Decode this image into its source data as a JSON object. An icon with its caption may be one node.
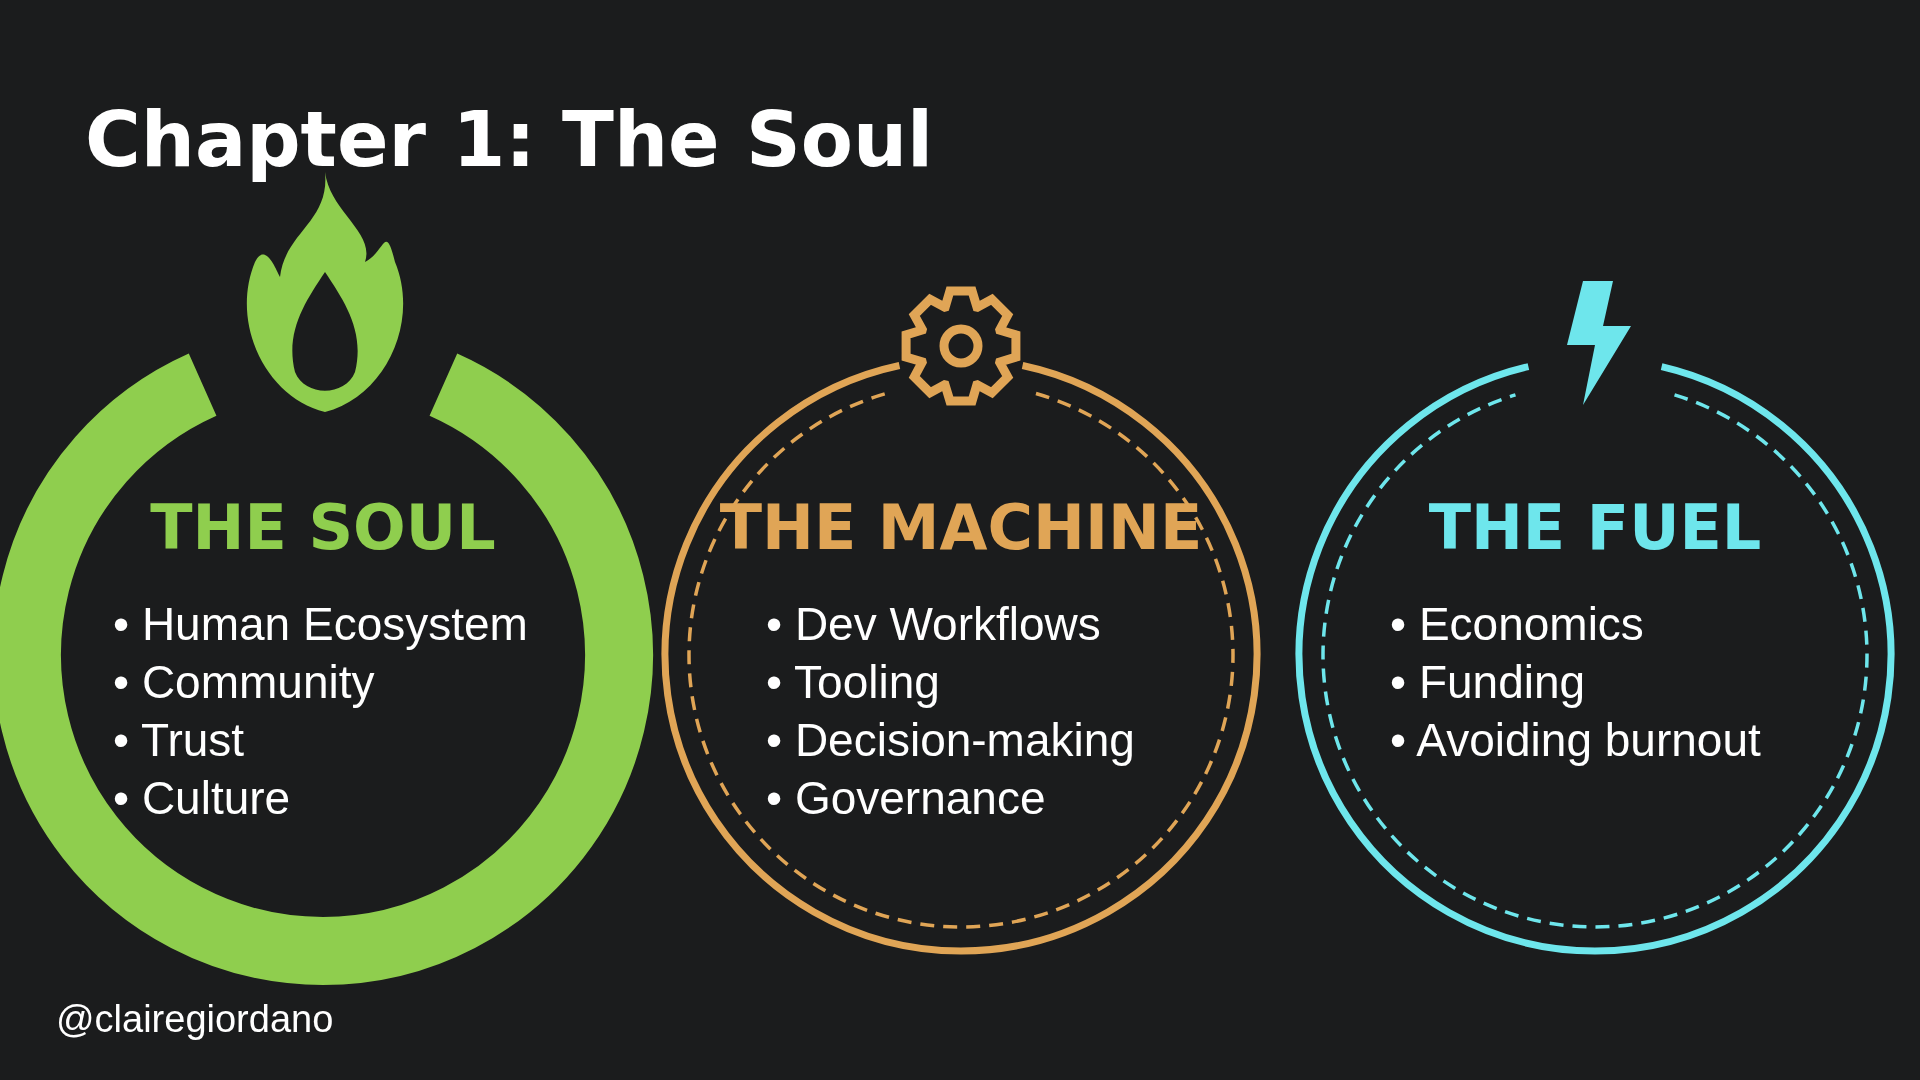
{
  "diagram": {
    "title": "Chapter 1: The Soul",
    "nodes": [
      {
        "text": [
          "THE SOUL",
          "• Human Ecosystem",
          "• Community",
          "• Trust",
          "• Culture"
        ]
      },
      {
        "text": [
          "THE MACHINE",
          "• Dev Workflows",
          "• Tooling",
          "• Decision-making",
          "• Governance"
        ]
      },
      {
        "text": [
          "THE FUEL",
          "• Economics",
          "• Funding",
          "• Avoiding burnout"
        ]
      }
    ],
    "labels": [
      "@clairegiordano"
    ]
  }
}
